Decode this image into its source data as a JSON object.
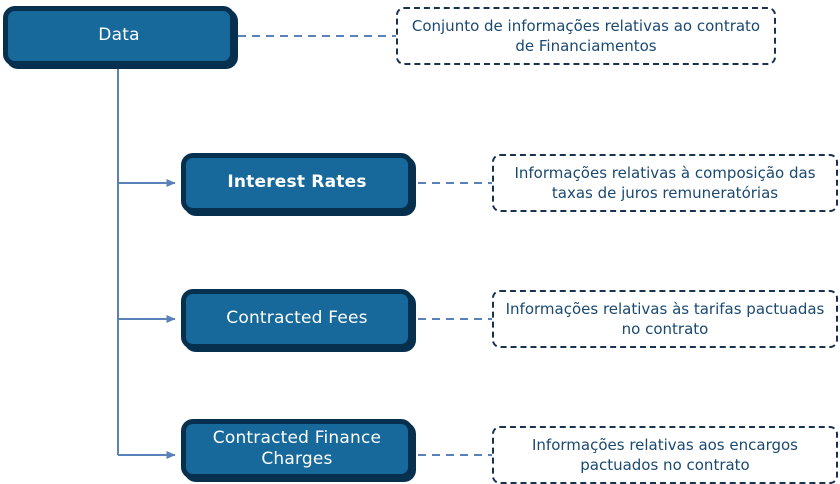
{
  "diagram": {
    "title": "Data contract structure diagram",
    "colors": {
      "node_fill": "#17699B",
      "node_border": "#07304F",
      "node_text": "#FFFFFF",
      "note_border": "#17334F",
      "note_text": "#1A4971",
      "connector": "#5B82B8",
      "background": "#FFFFFF"
    },
    "nodes": [
      {
        "id": "data",
        "label": "Data",
        "bold": false,
        "note": "Conjunto de informações relativas ao contrato de Financiamentos"
      },
      {
        "id": "interest-rates",
        "label": "Interest Rates",
        "bold": true,
        "note": "Informações relativas à composição das taxas de juros remuneratórias"
      },
      {
        "id": "contracted-fees",
        "label": "Contracted Fees",
        "bold": false,
        "note": "Informações relativas às tarifas pactuadas no contrato"
      },
      {
        "id": "contracted-finance-charges",
        "label": "Contracted Finance\nCharges",
        "bold": false,
        "note": "Informações relativas aos encargos pactuados no contrato"
      }
    ]
  }
}
